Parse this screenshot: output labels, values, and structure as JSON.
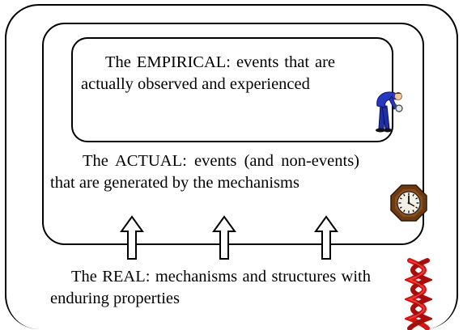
{
  "levels": {
    "empirical": {
      "text": "The EMPIRICAL: events that are actually observed and experienced",
      "icon": "person-with-magnifier-icon"
    },
    "actual": {
      "text": "The ACTUAL: events (and non-events) that are generated by the mechanisms",
      "icon": "clock-icon"
    },
    "real": {
      "text": "The REAL: mechanisms and structures with enduring properties",
      "icon": "dna-helix-icon"
    }
  },
  "arrow_count": 3,
  "colors": {
    "border": "#000000",
    "person_clothes": "#1f2fa8",
    "clock_frame": "#6b3a12",
    "dna": "#d01616"
  }
}
